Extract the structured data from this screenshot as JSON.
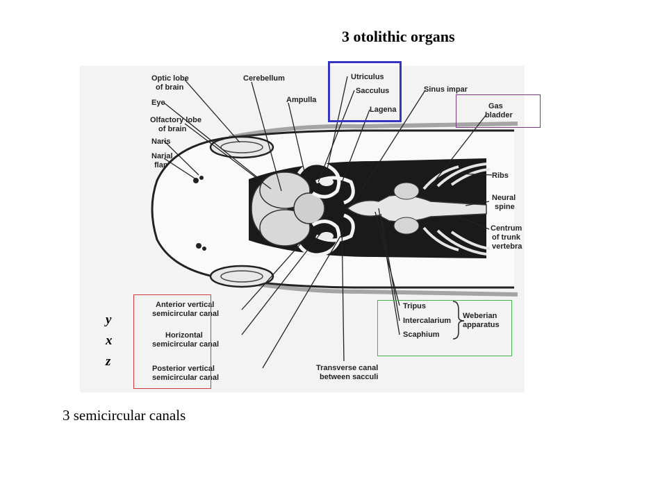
{
  "title": "3 otolithic organs",
  "caption": "3 semicircular canals",
  "axes": [
    "y",
    "x",
    "z"
  ],
  "labels": {
    "optic_lobe": [
      "Optic lobe",
      "of brain"
    ],
    "eye": [
      "Eye"
    ],
    "olfactory_lobe": [
      "Olfactory lobe",
      "of brain"
    ],
    "naris": [
      "Naris"
    ],
    "narial_flap": [
      "Narial",
      "flap"
    ],
    "cerebellum": [
      "Cerebellum"
    ],
    "ampulla": [
      "Ampulla"
    ],
    "utriculus": [
      "Utriculus"
    ],
    "sacculus": [
      "Sacculus"
    ],
    "lagena": [
      "Lagena"
    ],
    "sinus_impar": [
      "Sinus impar"
    ],
    "gas_bladder": [
      "Gas",
      "bladder"
    ],
    "ribs": [
      "Ribs"
    ],
    "neural_spine": [
      "Neural",
      "spine"
    ],
    "centrum": [
      "Centrum",
      "of trunk",
      "vertebra"
    ],
    "anterior_vertical": [
      "Anterior vertical",
      "semicircular canal"
    ],
    "horizontal": [
      "Horizontal",
      "semicircular canal"
    ],
    "posterior_vertical": [
      "Posterior vertical",
      "semicircular canal"
    ],
    "tripus": [
      "Tripus"
    ],
    "intercalarium": [
      "Intercalarium"
    ],
    "scaphium": [
      "Scaphium"
    ],
    "weberian": [
      "Weberian",
      "apparatus"
    ],
    "transverse_canal": [
      "Transverse canal",
      "between sacculi"
    ]
  },
  "box_colors": {
    "otolithic": "#3535c0",
    "gas_bladder": "#7a3a7a",
    "semicircular": "#d03a3a",
    "weberian": "#48b048"
  }
}
